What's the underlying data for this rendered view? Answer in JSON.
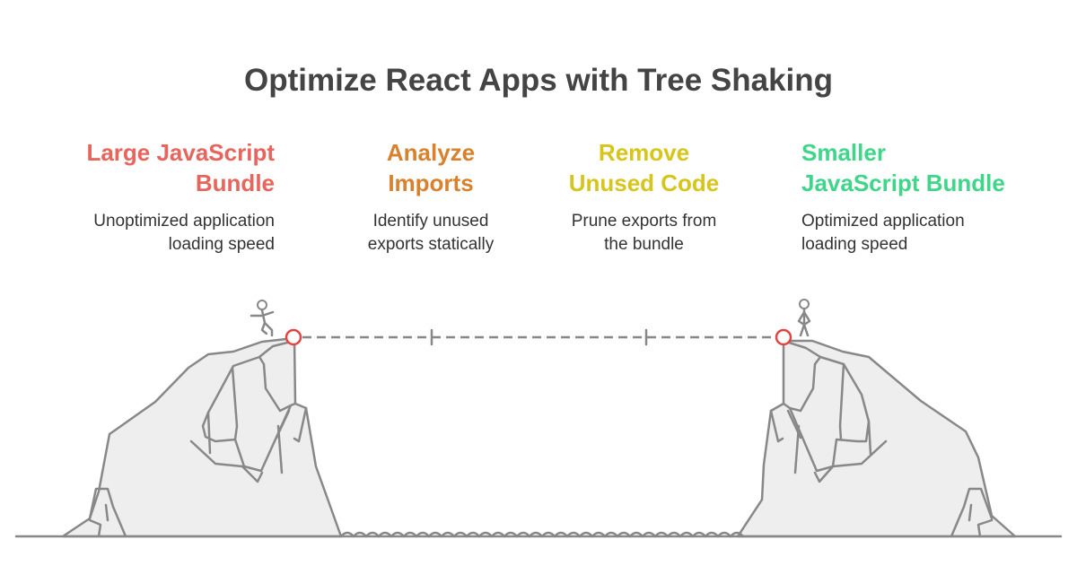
{
  "title": "Optimize React Apps with Tree Shaking",
  "steps": [
    {
      "heading_line1": "Large JavaScript",
      "heading_line2": "Bundle",
      "desc_line1": "Unoptimized application",
      "desc_line2": "loading speed",
      "color": "#e8655d"
    },
    {
      "heading_line1": "Analyze",
      "heading_line2": "Imports",
      "desc_line1": "Identify unused",
      "desc_line2": "exports statically",
      "color": "#d9812d"
    },
    {
      "heading_line1": "Remove",
      "heading_line2": "Unused Code",
      "desc_line1": "Prune exports from",
      "desc_line2": "the bundle",
      "color": "#d8c51c"
    },
    {
      "heading_line1": "Smaller",
      "heading_line2": "JavaScript Bundle",
      "desc_line1": "Optimized application",
      "desc_line2": "loading speed",
      "color": "#3fd68a"
    }
  ],
  "colors": {
    "outline": "#888888",
    "rock_fill": "#eeeeee",
    "marker": "#e04545",
    "dash": "#888888"
  },
  "icons": [
    "person-balancing-icon",
    "person-standing-icon",
    "start-marker-icon",
    "end-marker-icon"
  ]
}
